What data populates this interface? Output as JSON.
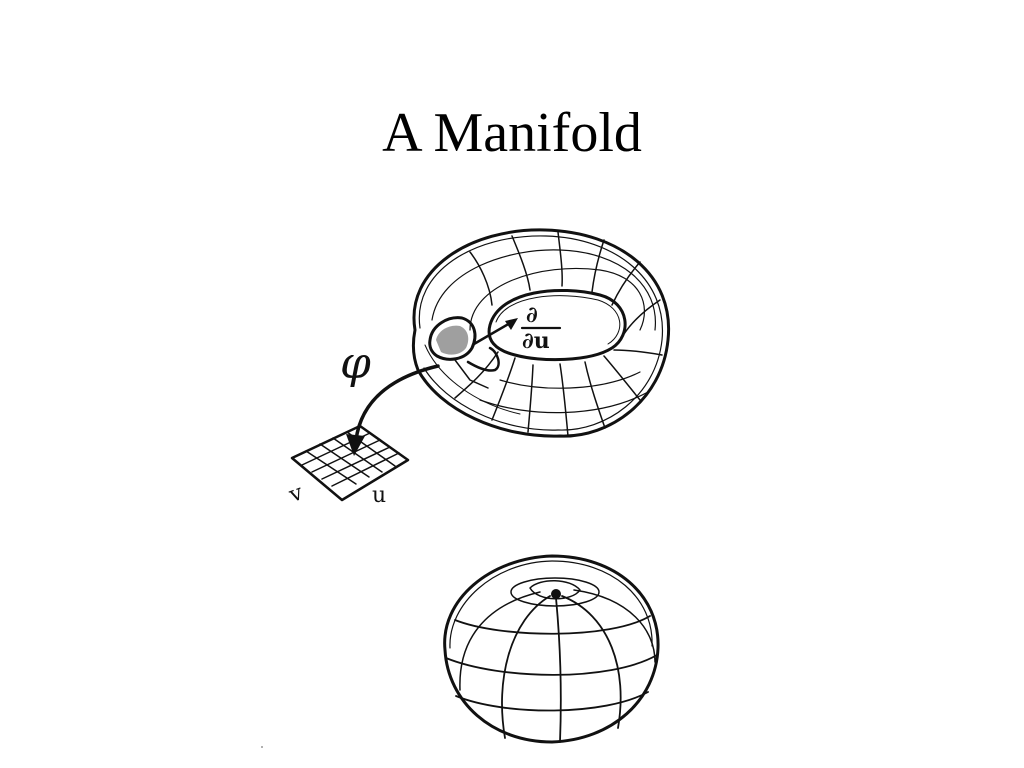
{
  "slide": {
    "title": "A Manifold"
  },
  "figure": {
    "chart_label": "φ",
    "tangent_numerator": "∂",
    "tangent_denominator": "∂u",
    "patch_axis_v": "v",
    "patch_axis_u": "u",
    "ink_color": "#111111"
  }
}
